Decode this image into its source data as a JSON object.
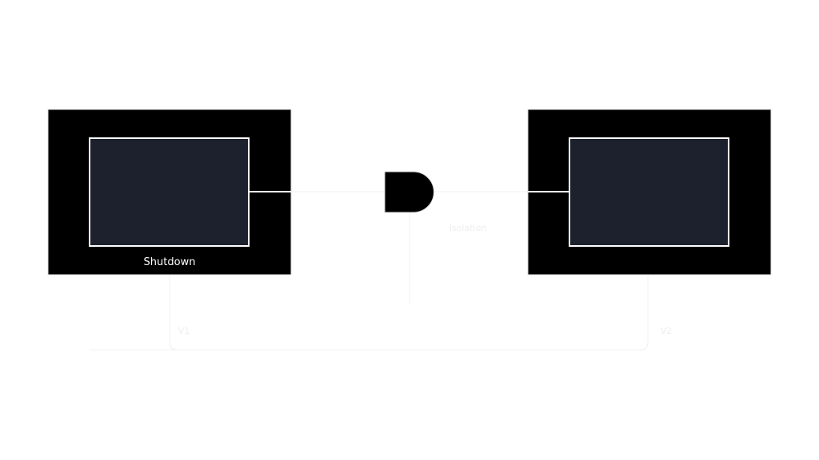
{
  "left_block": {
    "label": "Shutdown"
  },
  "gate": {
    "label": "Isolation"
  },
  "valves": {
    "v1": "V1",
    "v2": "V2"
  },
  "colors": {
    "block": "#000000",
    "screen": "#1c212d",
    "faint": "#f2f2f2"
  }
}
